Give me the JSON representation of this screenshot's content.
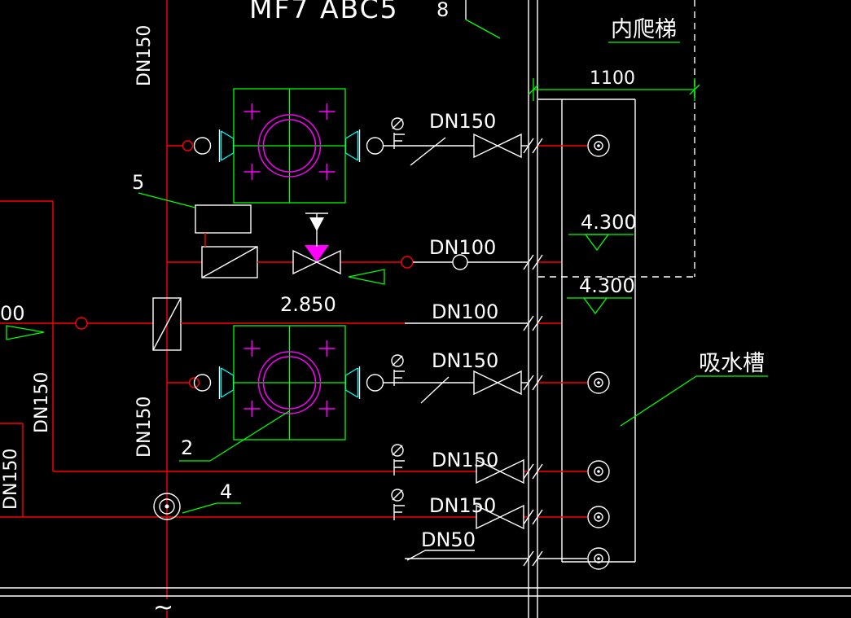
{
  "drawing": {
    "title": "MF7 ABC5",
    "colors": {
      "background": "#000000",
      "pipe_red": "#ff0000",
      "annotation_green": "#00ff00",
      "equipment_magenta": "#ff00ff",
      "reducer_cyan": "#00ffff",
      "linework_white": "#ffffff"
    },
    "tags": {
      "vent": "8",
      "item5": "5",
      "item2": "2",
      "item4": "4"
    },
    "labels": {
      "ladder": "内爬梯",
      "suction_tank": "吸水槽",
      "dim_width": "1100",
      "elev_upper": "4.300",
      "elev_lower": "4.300",
      "elev_pump_line": "2.850",
      "left_cut": "00",
      "pipe_break": "~"
    },
    "pipes": {
      "riser_top": "DN150",
      "pump1_discharge": "DN150",
      "header_upper": "DN100",
      "header_lower": "DN100",
      "pump2_discharge": "DN150",
      "branch_a": "DN150",
      "branch_b": "DN150",
      "drain": "DN50",
      "left_riser_a": "DN150",
      "left_riser_b": "DN150",
      "center_riser": "DN150"
    }
  }
}
